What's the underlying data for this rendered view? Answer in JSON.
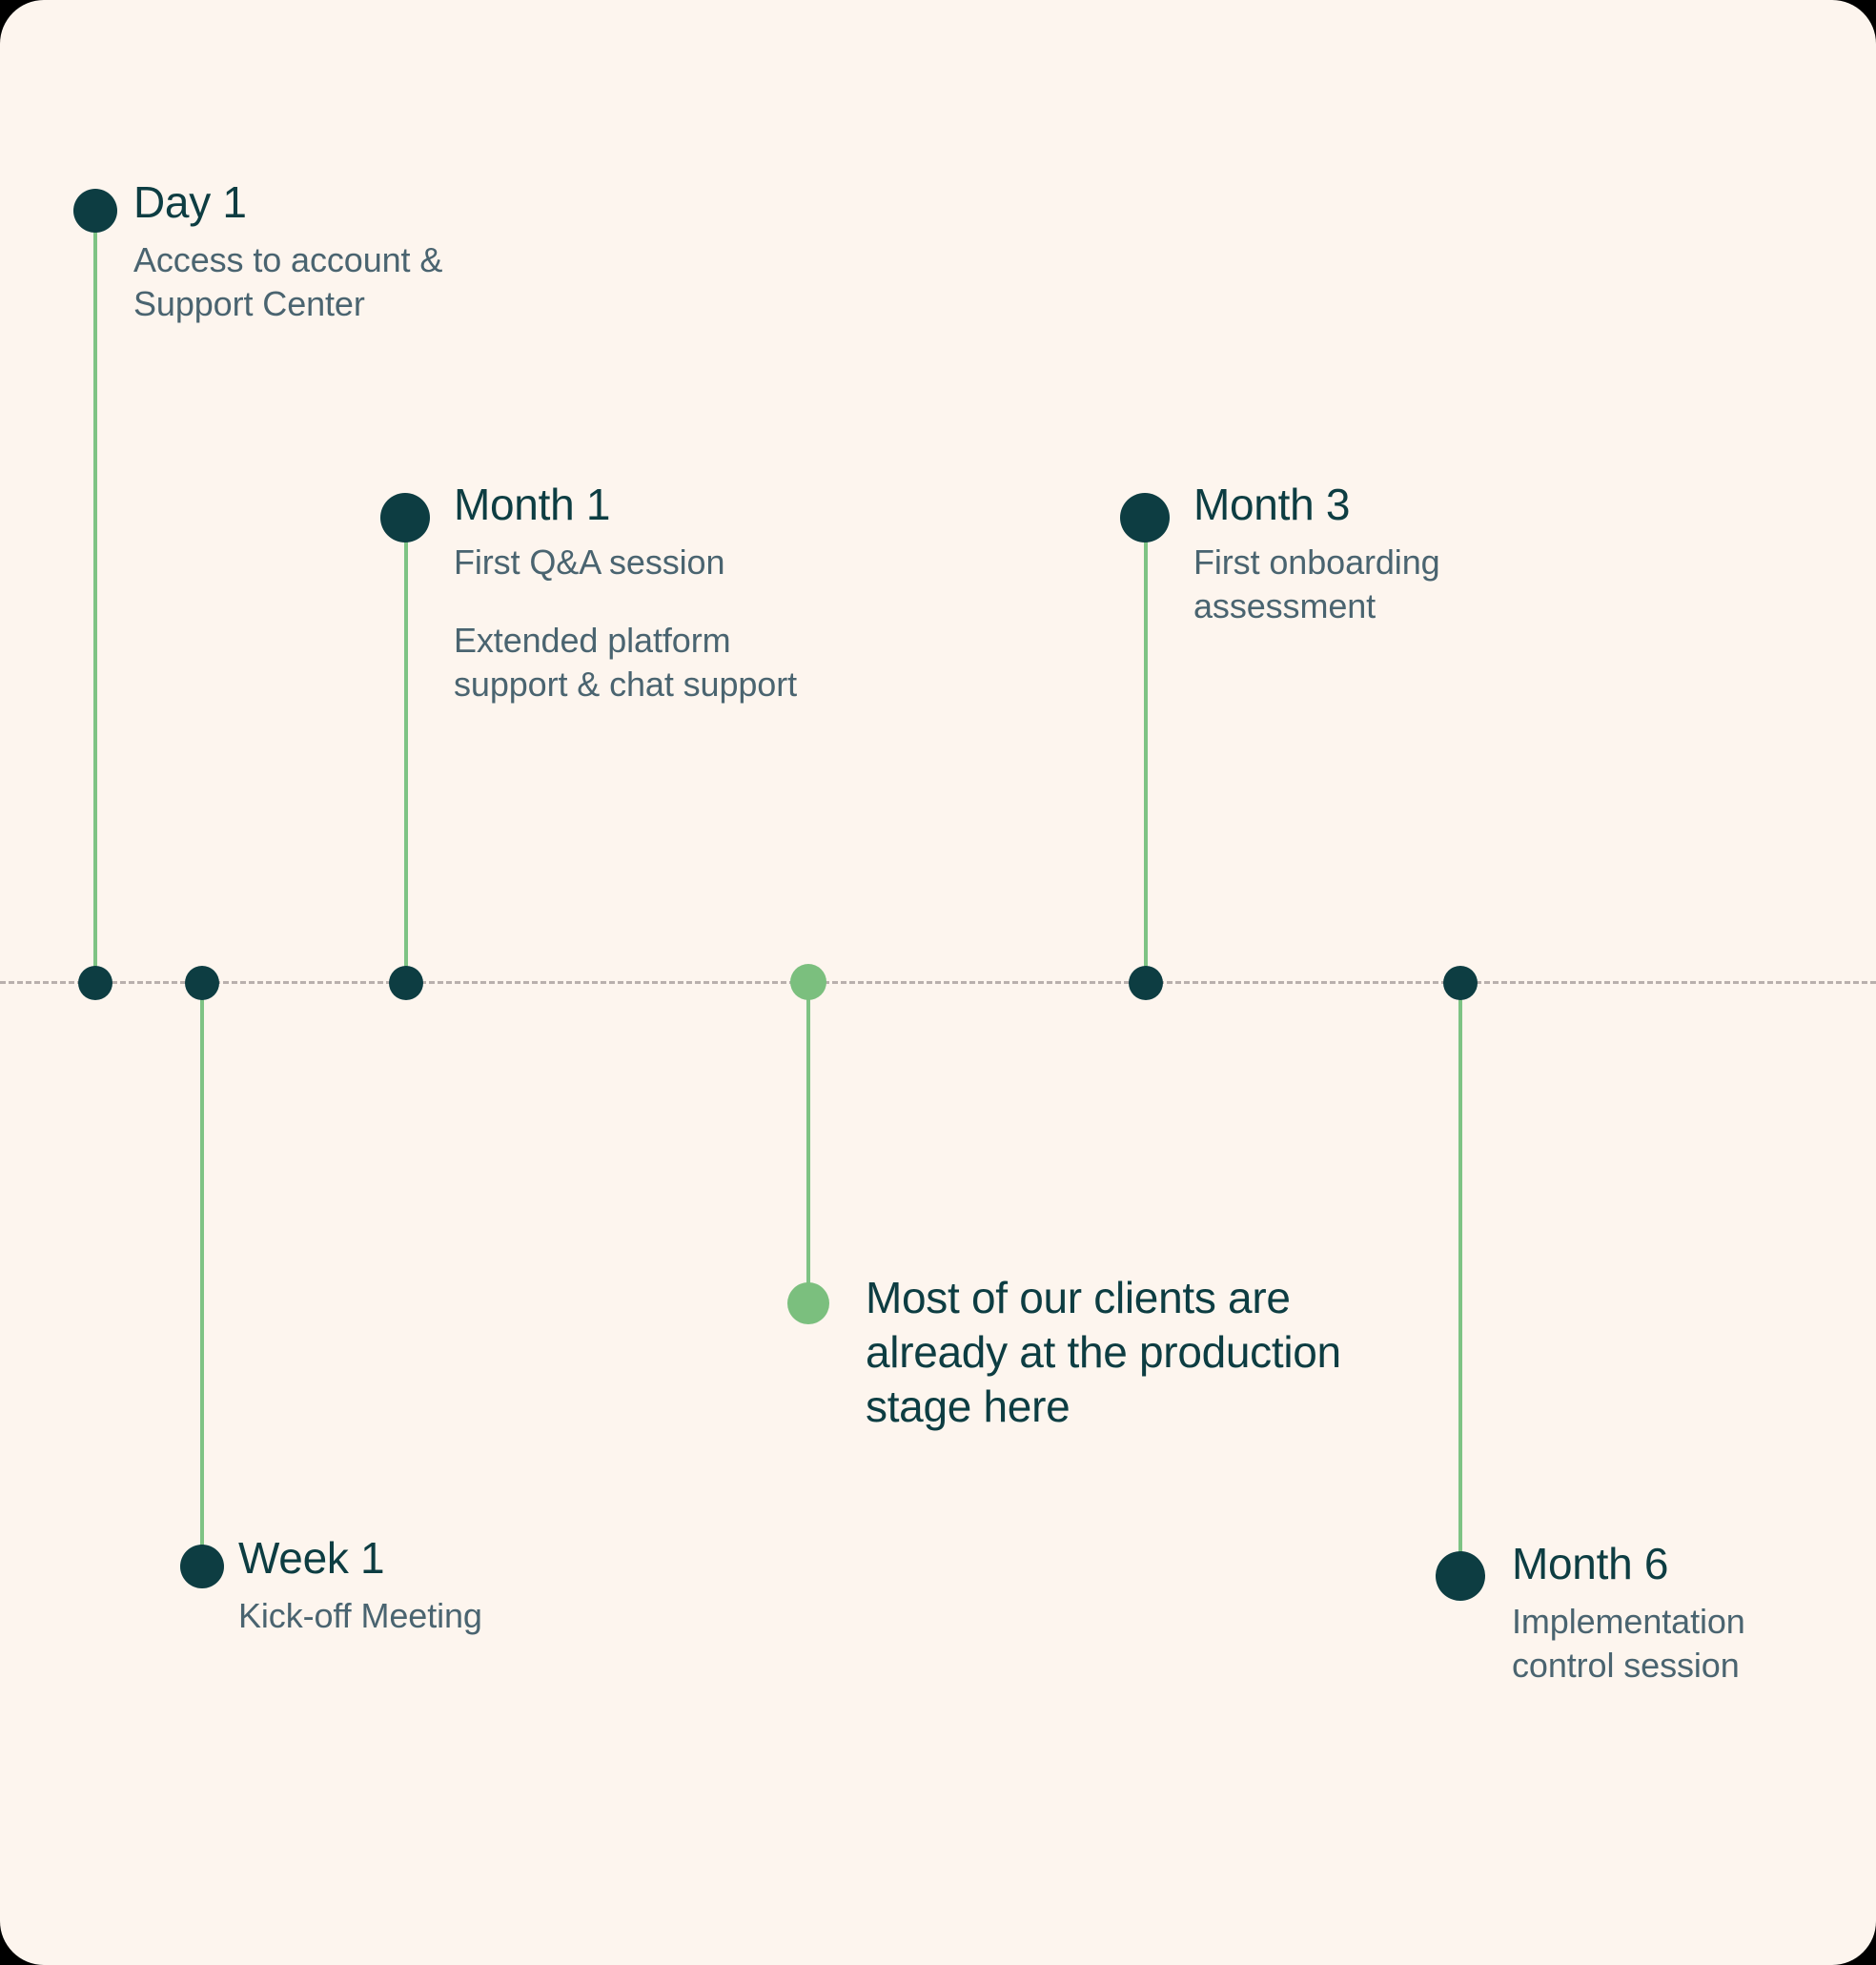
{
  "theme": {
    "background": "#fdf5ee",
    "accent_green": "#7bbf7e",
    "dark_teal": "#0d3d42",
    "body_text": "#4a6470",
    "axis_dash": "#b9b0ad"
  },
  "timeline": {
    "milestones": [
      {
        "id": "day-1",
        "title": "Day 1",
        "descriptions": [
          "Access to account & Support Center"
        ],
        "side": "above"
      },
      {
        "id": "week-1",
        "title": "Week 1",
        "descriptions": [
          "Kick-off Meeting"
        ],
        "side": "below"
      },
      {
        "id": "month-1",
        "title": "Month 1",
        "descriptions": [
          "First Q&A session",
          "Extended platform support & chat support"
        ],
        "side": "above"
      },
      {
        "id": "month-3",
        "title": "Month 3",
        "descriptions": [
          "First onboarding assessment"
        ],
        "side": "above"
      },
      {
        "id": "month-6",
        "title": "Month 6",
        "descriptions": [
          "Implementation control session"
        ],
        "side": "below"
      }
    ],
    "highlight": {
      "id": "production-stage",
      "text": "Most of our clients are already at the production stage here",
      "side": "below"
    }
  }
}
